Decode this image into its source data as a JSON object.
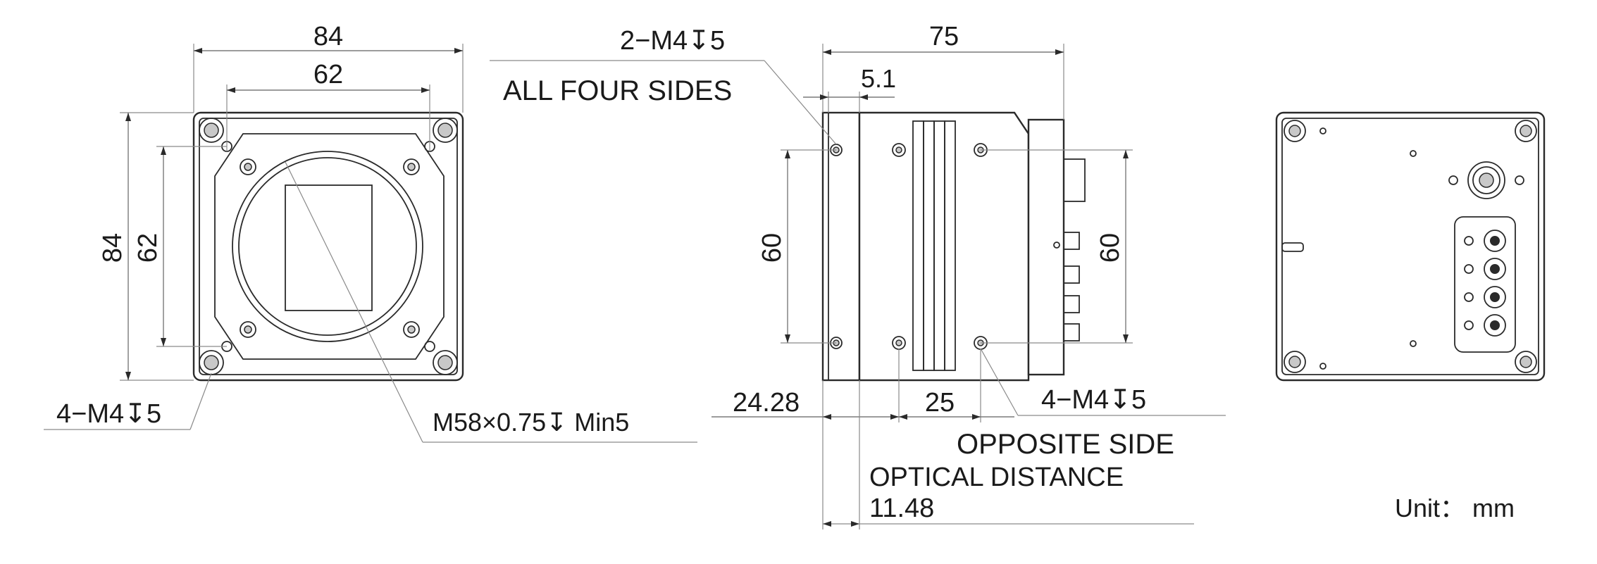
{
  "front_view": {
    "width_outer": "84",
    "width_inner": "62",
    "height_outer": "84",
    "height_inner": "62",
    "note_holes": "4−M4↧5",
    "note_mount": "M58×0.75↧ Min5"
  },
  "side_view": {
    "length": "75",
    "flange_depth": "5.1",
    "hole_spec": "2−M4↧5",
    "hole_spec_note": "ALL FOUR SIDES",
    "height_left": "60",
    "height_right": "60",
    "offset_left": "24.28",
    "hole_spacing": "25",
    "rear_hole_spec": "4−M4↧5",
    "rear_hole_note": "OPPOSITE SIDE",
    "optical_label": "OPTICAL DISTANCE",
    "optical_value": "11.48"
  },
  "units": "Unit： mm"
}
